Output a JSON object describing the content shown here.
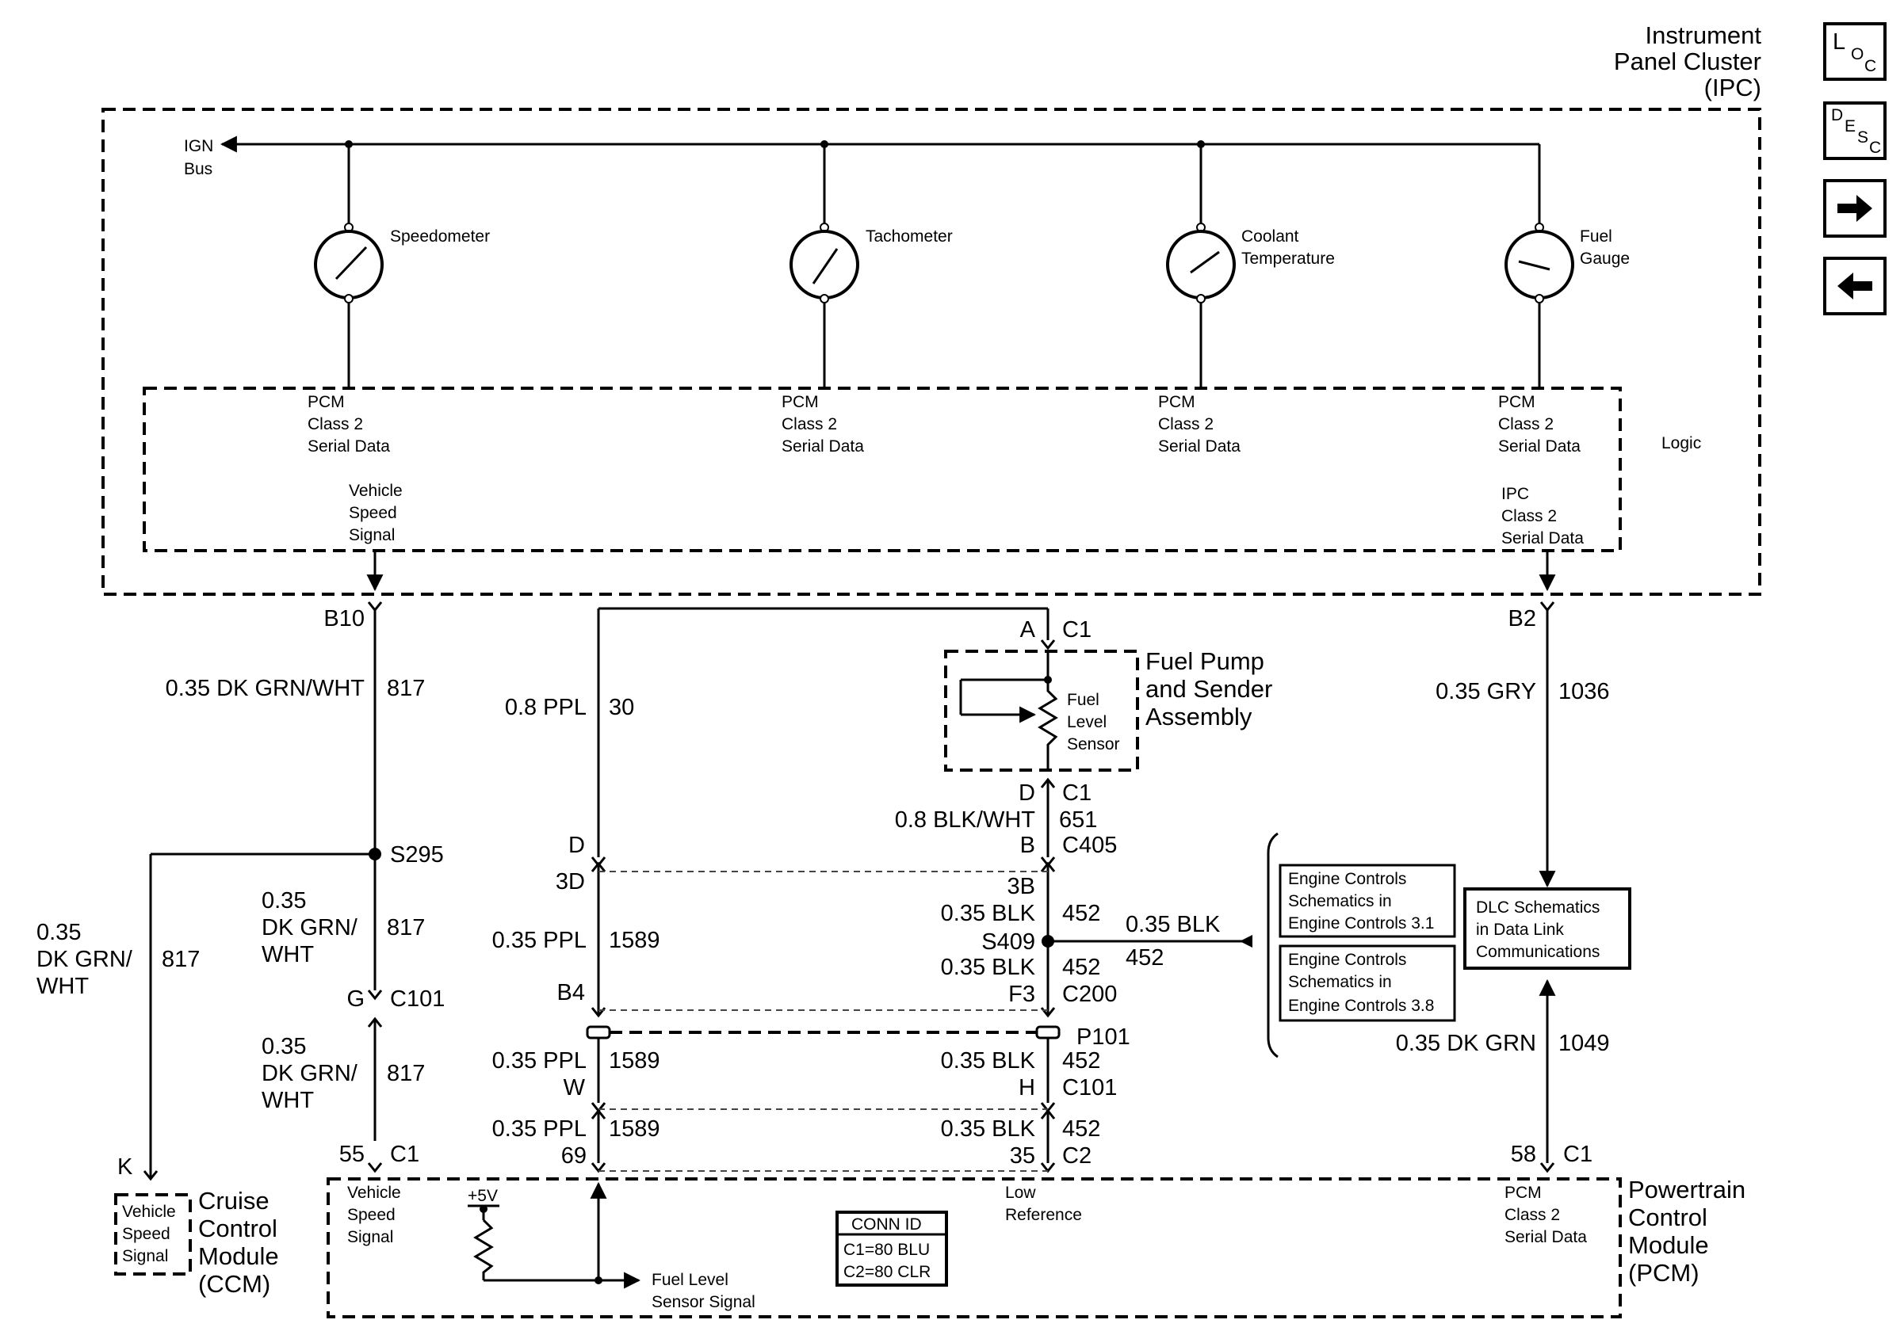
{
  "nav": {
    "loc": {
      "l": "L",
      "o": "O",
      "c": "C"
    },
    "desc": {
      "d": "D",
      "e": "E",
      "s": "S",
      "c": "C"
    },
    "forward_icon": "arrow-right-icon",
    "back_icon": "arrow-left-icon"
  },
  "ipc": {
    "title": [
      "Instrument",
      "Panel Cluster",
      "(IPC)"
    ],
    "ign_bus": [
      "IGN",
      "Bus"
    ],
    "logic": "Logic",
    "gauges": [
      {
        "name": [
          "Speedometer"
        ],
        "icon": "speedometer-icon"
      },
      {
        "name": [
          "Tachometer"
        ],
        "icon": "tachometer-icon"
      },
      {
        "name": [
          "Coolant",
          "Temperature"
        ],
        "icon": "coolant-gauge-icon"
      },
      {
        "name": [
          "Fuel",
          "Gauge"
        ],
        "icon": "fuel-gauge-icon"
      }
    ],
    "pcm_serial": [
      "PCM",
      "Class 2",
      "Serial Data"
    ],
    "vehicle_speed": [
      "Vehicle",
      "Speed",
      "Signal"
    ],
    "ipc_serial": [
      "IPC",
      "Class 2",
      "Serial Data"
    ]
  },
  "wires": {
    "b10": "B10",
    "b2": "B2",
    "w817_gauge": "0.35 DK GRN/WHT",
    "w817_num": "817",
    "w1036_gauge": "0.35 GRY",
    "w1036_num": "1036",
    "s295": "S295",
    "ccm_branch": [
      "0.35",
      "DK GRN/",
      "WHT"
    ],
    "ccm_branch_num": "817",
    "mid817a": [
      "0.35",
      "DK GRN/",
      "WHT"
    ],
    "mid817a_num": "817",
    "g": "G",
    "c101_817": "C101",
    "mid817b": [
      "0.35",
      "DK GRN/",
      "WHT"
    ],
    "mid817b_num": "817",
    "k": "K",
    "pin55": "55",
    "c1_55": "C1",
    "ppl30_gauge": "0.8 PPL",
    "ppl30_num": "30",
    "a": "A",
    "c1_a": "C1",
    "d_top": "D",
    "c1_d": "C1",
    "blkwht": "0.8 BLK/WHT",
    "blkwht_num": "651",
    "d_left": "D",
    "b_c405": "B",
    "c405": "C405",
    "pin3d": "3D",
    "pin3b": "3B",
    "ppl1589_gauge": "0.35 PPL",
    "ppl1589_num": "1589",
    "blk452_gauge": "0.35 BLK",
    "blk452_num": "452",
    "s409": "S409",
    "blk_branch_gauge": "0.35 BLK",
    "blk_branch_num": "452",
    "b4": "B4",
    "f3": "F3",
    "c200": "C200",
    "p101": "P101",
    "w": "W",
    "h": "H",
    "c101": "C101",
    "pin69": "69",
    "pin35": "35",
    "c2": "C2",
    "dkgrn1049_gauge": "0.35 DK GRN",
    "dkgrn1049_num": "1049",
    "pin58": "58",
    "c1_58": "C1"
  },
  "fuel_pump": {
    "title": [
      "Fuel Pump",
      "and Sender",
      "Assembly"
    ],
    "sensor": [
      "Fuel",
      "Level",
      "Sensor"
    ]
  },
  "refs": {
    "ec31": [
      "Engine Controls",
      "Schematics in",
      "Engine Controls 3.1"
    ],
    "ec38": [
      "Engine Controls",
      "Schematics in",
      "Engine Controls 3.8"
    ],
    "dlc": [
      "DLC Schematics",
      "in Data Link",
      "Communications"
    ]
  },
  "ccm": {
    "title": [
      "Cruise",
      "Control",
      "Module",
      "(CCM)"
    ],
    "signal": [
      "Vehicle",
      "Speed",
      "Signal"
    ]
  },
  "pcm": {
    "title": [
      "Powertrain",
      "Control",
      "Module",
      "(PCM)"
    ],
    "vss": [
      "Vehicle",
      "Speed",
      "Signal"
    ],
    "plus5v": "+5V",
    "fuel_level_signal": [
      "Fuel Level",
      "Sensor Signal"
    ],
    "low_ref": [
      "Low",
      "Reference"
    ],
    "serial": [
      "PCM",
      "Class 2",
      "Serial Data"
    ],
    "conn_id": [
      "CONN ID",
      "C1=80 BLU",
      "C2=80 CLR"
    ]
  }
}
